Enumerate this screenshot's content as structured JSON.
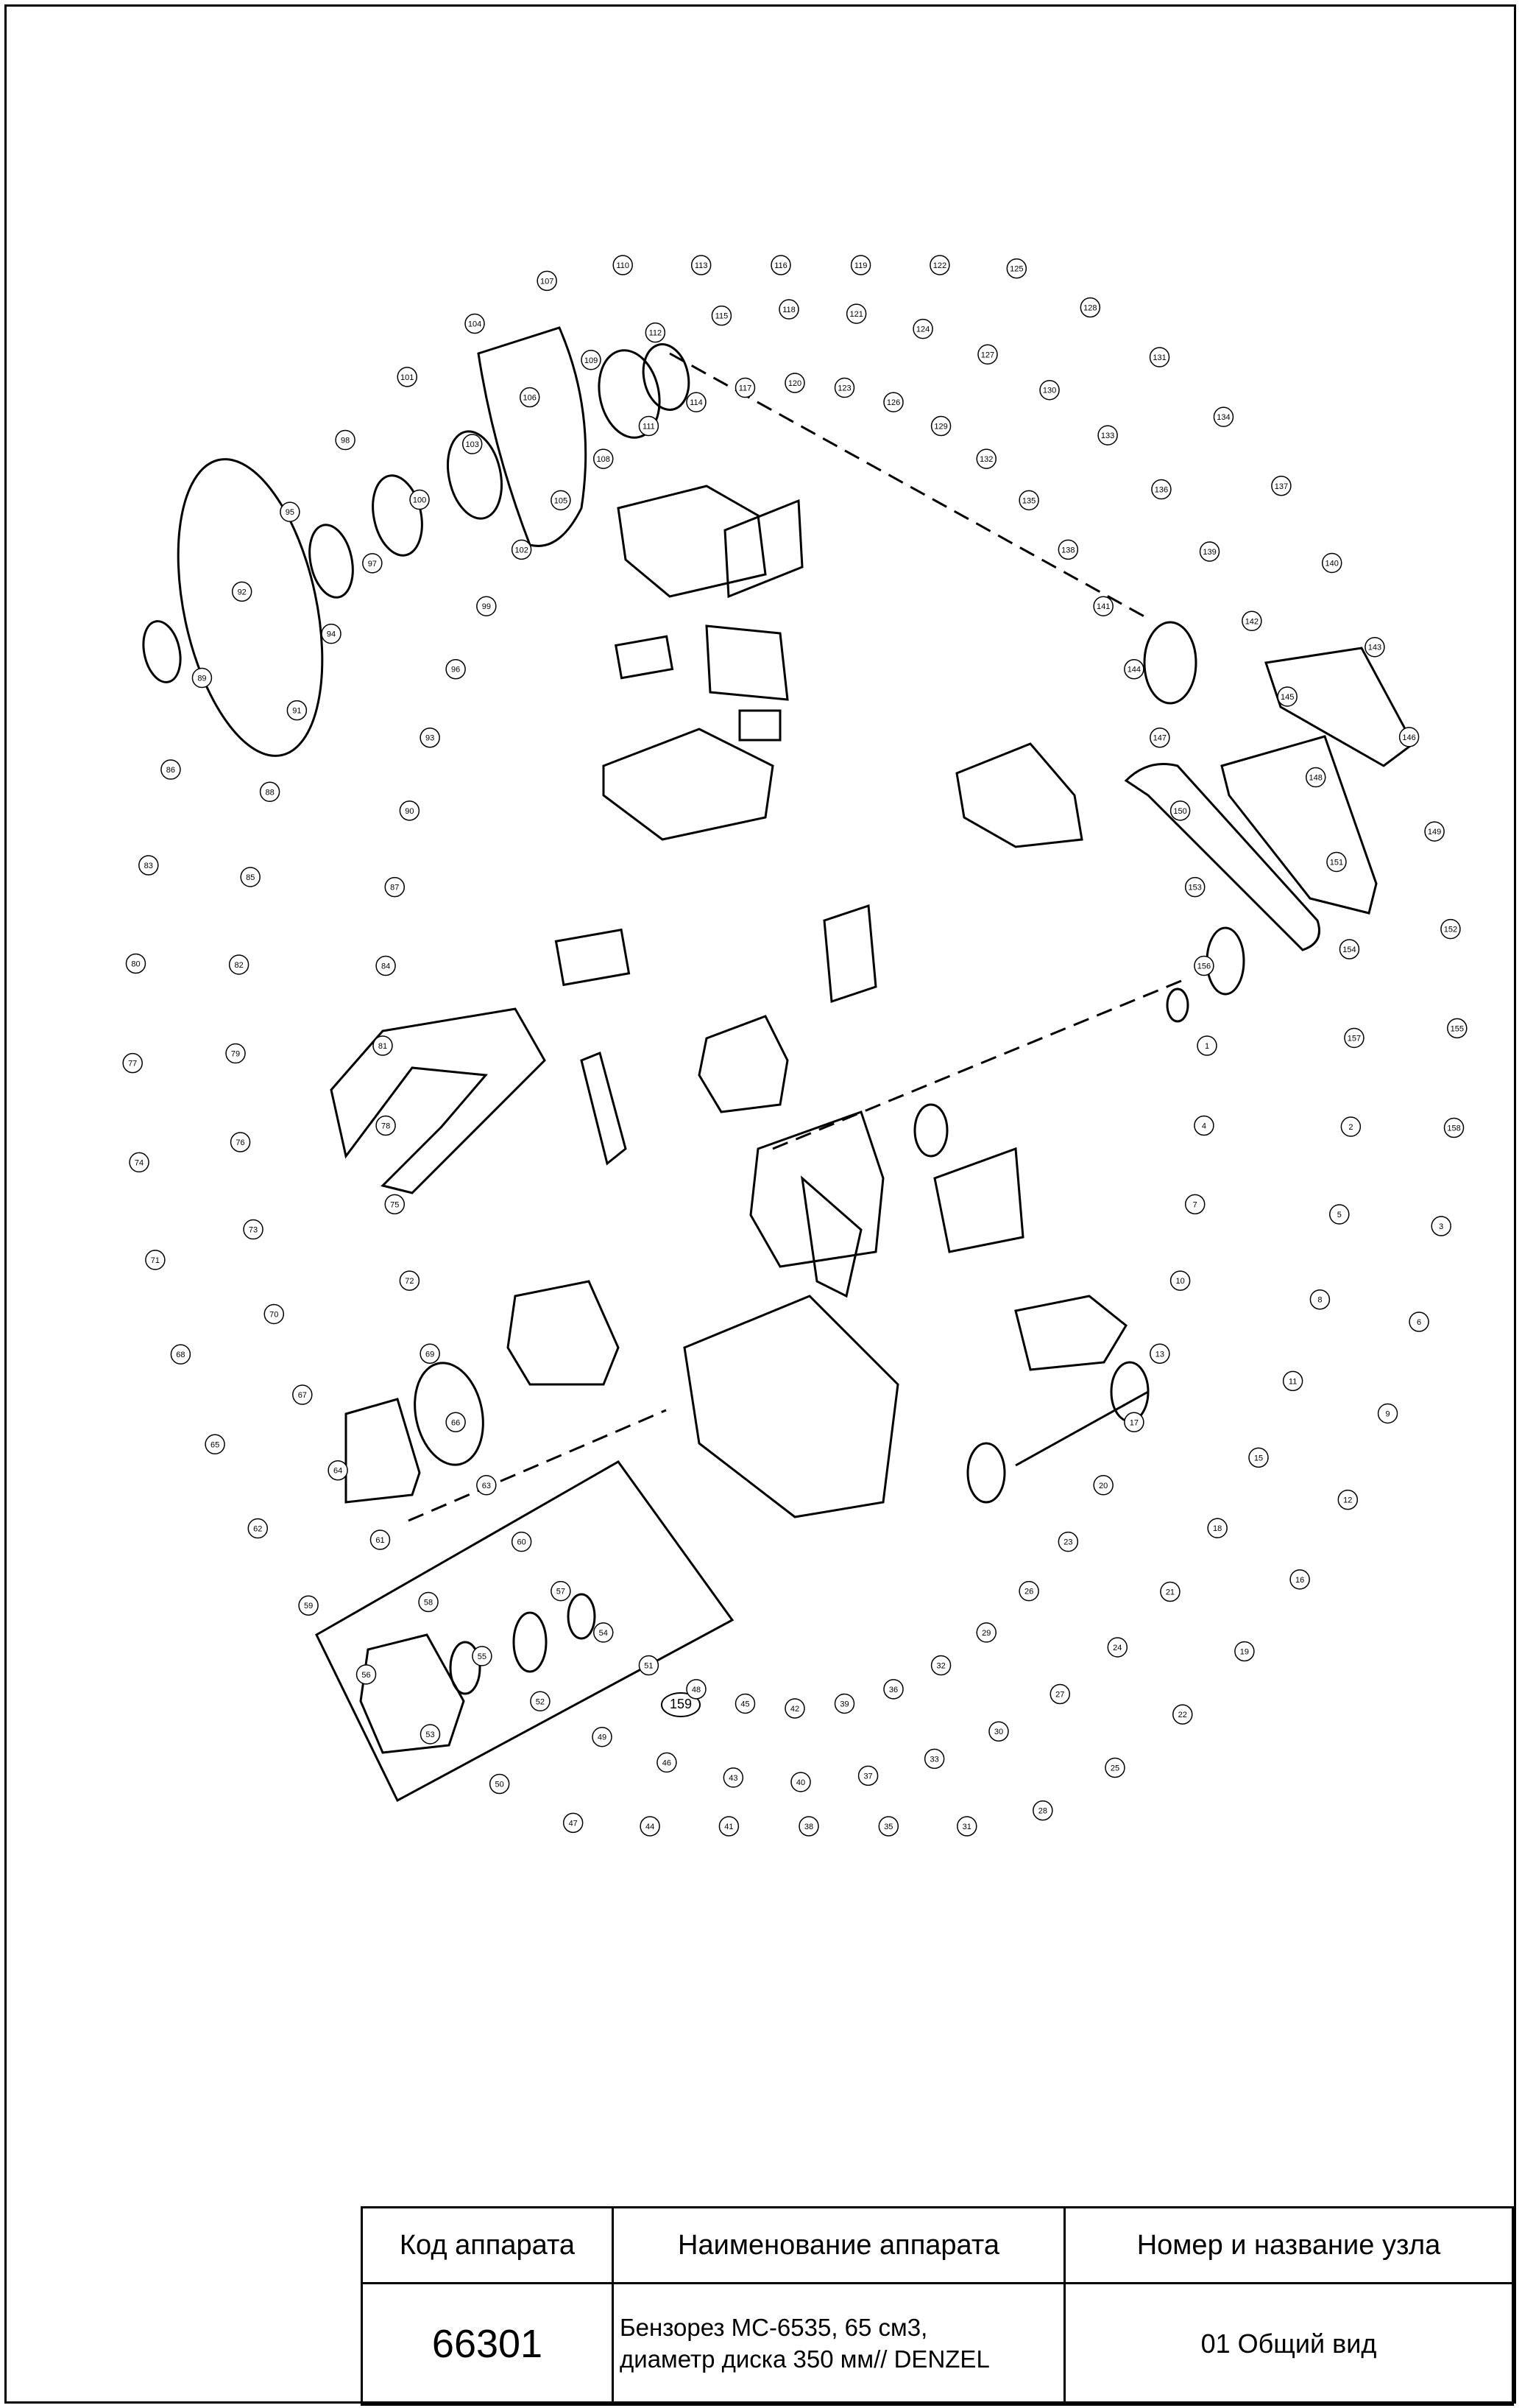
{
  "drawing": {
    "group_callout": "159",
    "part_numbers": [
      "1",
      "2",
      "3",
      "4",
      "5",
      "6",
      "7",
      "8",
      "9",
      "10",
      "11",
      "12",
      "13",
      "15",
      "16",
      "17",
      "18",
      "19",
      "20",
      "21",
      "22",
      "23",
      "24",
      "25",
      "26",
      "27",
      "28",
      "29",
      "30",
      "31",
      "32",
      "33",
      "35",
      "36",
      "37",
      "38",
      "39",
      "40",
      "41",
      "42",
      "43",
      "44",
      "45",
      "46",
      "47",
      "48",
      "49",
      "50",
      "51",
      "52",
      "53",
      "54",
      "55",
      "56",
      "57",
      "58",
      "59",
      "60",
      "61",
      "62",
      "63",
      "64",
      "65",
      "66",
      "67",
      "68",
      "69",
      "70",
      "71",
      "72",
      "73",
      "74",
      "75",
      "76",
      "77",
      "78",
      "79",
      "80",
      "81",
      "82",
      "83",
      "84",
      "85",
      "86",
      "87",
      "88",
      "89",
      "90",
      "91",
      "92",
      "93",
      "94",
      "95",
      "96",
      "97",
      "98",
      "99",
      "100",
      "101",
      "102",
      "103",
      "104",
      "105",
      "106",
      "107",
      "108",
      "109",
      "110",
      "111",
      "112",
      "113",
      "114",
      "115",
      "116",
      "117",
      "118",
      "119",
      "120",
      "121",
      "122",
      "123",
      "124",
      "125",
      "126",
      "127",
      "128",
      "129",
      "130",
      "131",
      "132",
      "133",
      "134",
      "135",
      "136",
      "137",
      "138",
      "139",
      "140",
      "141",
      "142",
      "143",
      "144",
      "145",
      "146",
      "147",
      "148",
      "149",
      "150",
      "151",
      "152",
      "153",
      "154",
      "155",
      "156",
      "157",
      "158"
    ]
  },
  "title_block": {
    "headers": {
      "code": "Код аппарата",
      "name": "Наименование аппарата",
      "unit": "Номер и название узла"
    },
    "values": {
      "code": "66301",
      "name_line1": "Бензорез МС-6535, 65 см3,",
      "name_line2": "диаметр диска 350 мм// DENZEL",
      "unit": "01 Общий вид"
    }
  }
}
